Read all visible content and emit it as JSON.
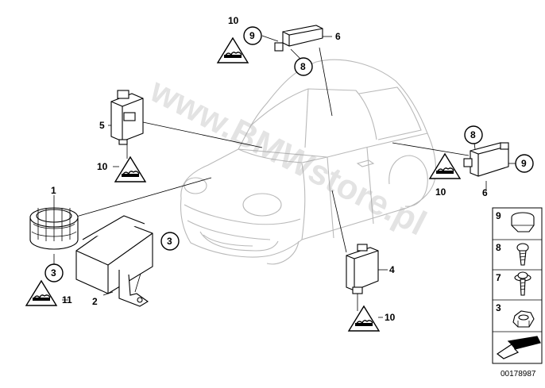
{
  "diagram": {
    "watermark": "www.BMWstore.pl",
    "drawing_id": "00178987",
    "part_numbers": {
      "p1": "1",
      "p2": "2",
      "p3": "3",
      "p3b": "3",
      "p4": "4",
      "p5": "5",
      "p6": "6",
      "p6b": "6",
      "p8": "8",
      "p8b": "8",
      "p9": "9",
      "p9b": "9",
      "p10a": "10",
      "p10b": "10",
      "p10c": "10",
      "p10d": "10",
      "p11": "11"
    },
    "legend": {
      "l9": "9",
      "l8": "8",
      "l7": "7",
      "l3": "3"
    }
  }
}
